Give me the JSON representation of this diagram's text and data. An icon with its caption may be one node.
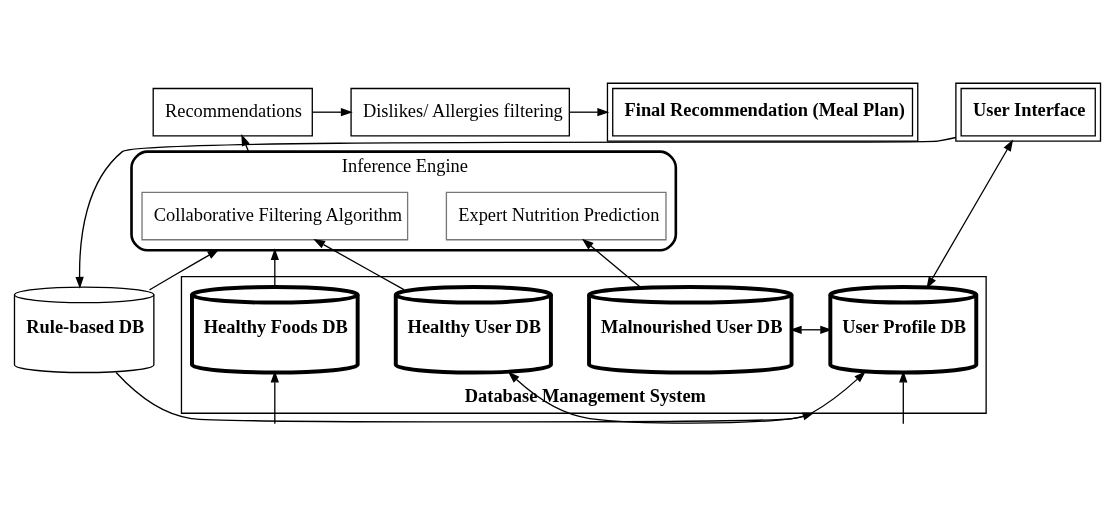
{
  "diagram": {
    "nodes": [
      {
        "text": [
          "User Interface"
        ]
      },
      {
        "text": [
          "Recommendations"
        ]
      },
      {
        "text": [
          "Dislikes/ Allergies filtering"
        ]
      },
      {
        "text": [
          "Final Recommendation (Meal Plan)"
        ]
      },
      {
        "text": [
          "Inference Engine"
        ]
      },
      {
        "text": [
          "Collaborative Filtering Algorithm"
        ],
        "in": 4
      },
      {
        "text": [
          "Expert Nutrition Prediction"
        ],
        "in": 4
      },
      {
        "text": [
          "Rule-based DB"
        ]
      },
      {
        "text": [
          "Database Management System"
        ]
      },
      {
        "text": [
          "User Profile DB"
        ],
        "in": 8
      },
      {
        "text": [
          "Healthy User DB"
        ],
        "in": 8
      },
      {
        "text": [
          "Malnourished User DB"
        ],
        "in": 8
      },
      {
        "text": [
          "Healthy Foods DB"
        ],
        "in": 8
      }
    ],
    "edges": [
      {
        "from": 0,
        "to": 7,
        "arrow": "to"
      },
      {
        "from": 9,
        "to": 0,
        "arrow": "both"
      },
      {
        "from": 7,
        "to": 4,
        "arrow": "to"
      },
      {
        "from": 4,
        "to": 1,
        "arrow": "to"
      },
      {
        "from": 1,
        "to": 2,
        "arrow": "to"
      },
      {
        "from": 2,
        "to": 3,
        "arrow": "to"
      },
      {
        "from": 7,
        "to": 8,
        "arrow": "to"
      },
      {
        "from": 9,
        "to": 10,
        "arrow": "both"
      },
      {
        "from": 10,
        "to": 5,
        "arrow": "to"
      },
      {
        "from": 11,
        "to": 6,
        "arrow": "to"
      },
      {
        "from": 12,
        "to": 4,
        "arrow": "to"
      },
      {
        "from": null,
        "to": 9,
        "arrow": "to"
      },
      {
        "from": 9,
        "to": 11,
        "arrow": "both"
      },
      {
        "from": null,
        "to": 12,
        "arrow": "to"
      }
    ]
  }
}
